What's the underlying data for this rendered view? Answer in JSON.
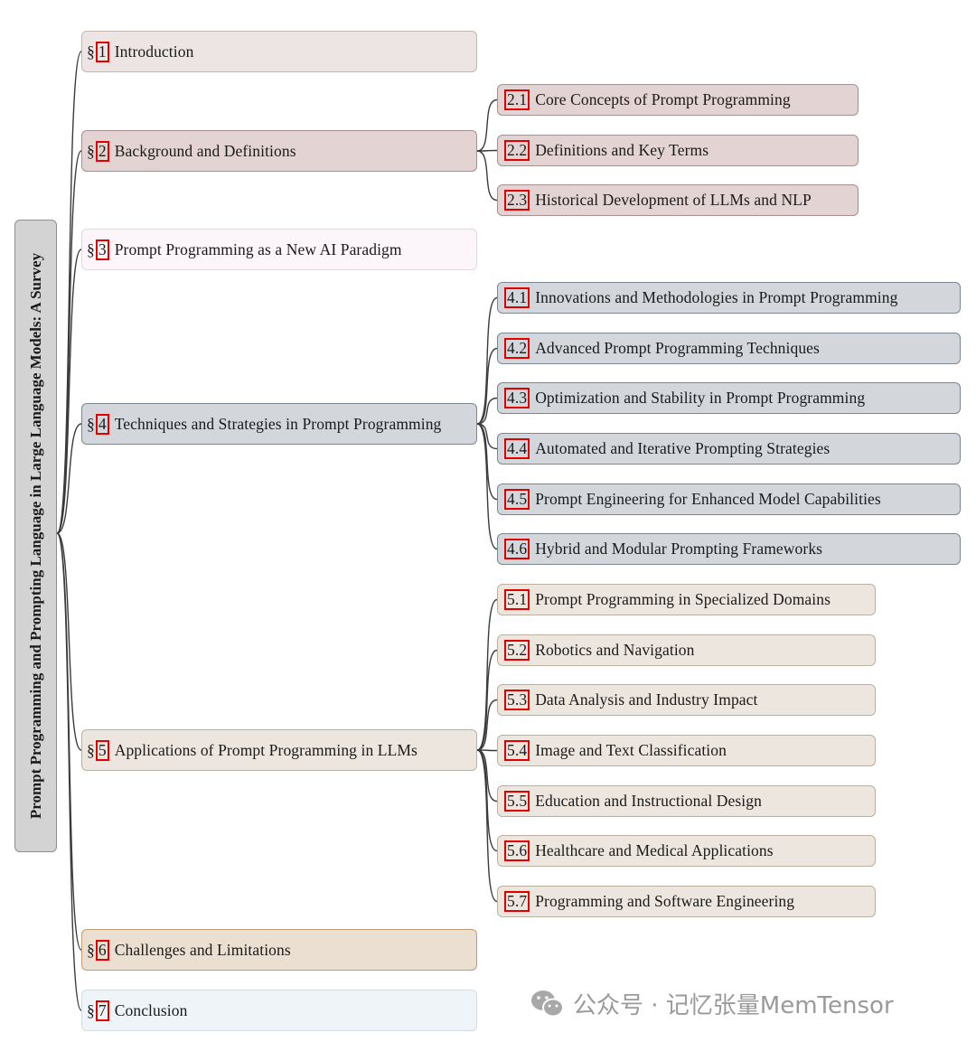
{
  "root": {
    "label": "Prompt Programming and Prompting Language in Large Language Models: A Survey"
  },
  "colors": {
    "line": "#3a3a3a",
    "number_box_border": "#e00000",
    "root_fill": "#d3d3d3"
  },
  "sections": [
    {
      "symbol": "§",
      "number": "1",
      "title": "Introduction",
      "fill": "#ede5e3",
      "border": "#c6b6b1"
    },
    {
      "symbol": "§",
      "number": "2",
      "title": "Background and Definitions",
      "fill": "#e4d3d3",
      "border": "#a88e8e",
      "children": [
        {
          "number": "2.1",
          "title": "Core Concepts of Prompt Programming"
        },
        {
          "number": "2.2",
          "title": "Definitions and Key Terms"
        },
        {
          "number": "2.3",
          "title": "Historical Development of LLMs and NLP"
        }
      ]
    },
    {
      "symbol": "§",
      "number": "3",
      "title": "Prompt Programming as a New AI Paradigm",
      "fill": "#fcf6fb",
      "border": "#e6d6e3"
    },
    {
      "symbol": "§",
      "number": "4",
      "title": "Techniques and Strategies in Prompt Programming",
      "fill": "#d3d7dc",
      "border": "#7c8690",
      "children": [
        {
          "number": "4.1",
          "title": "Innovations and Methodologies in Prompt Programming"
        },
        {
          "number": "4.2",
          "title": "Advanced Prompt Programming Techniques"
        },
        {
          "number": "4.3",
          "title": "Optimization and Stability in Prompt Programming"
        },
        {
          "number": "4.4",
          "title": "Automated and Iterative Prompting Strategies"
        },
        {
          "number": "4.5",
          "title": "Prompt Engineering for Enhanced Model Capabilities"
        },
        {
          "number": "4.6",
          "title": "Hybrid and Modular Prompting Frameworks"
        }
      ]
    },
    {
      "symbol": "§",
      "number": "5",
      "title": "Applications of Prompt Programming in LLMs",
      "fill": "#ece6de",
      "border": "#bbb0a2",
      "children": [
        {
          "number": "5.1",
          "title": "Prompt Programming in Specialized Domains"
        },
        {
          "number": "5.2",
          "title": "Robotics and Navigation"
        },
        {
          "number": "5.3",
          "title": "Data Analysis and Industry Impact"
        },
        {
          "number": "5.4",
          "title": "Image and Text Classification"
        },
        {
          "number": "5.5",
          "title": "Education and Instructional Design"
        },
        {
          "number": "5.6",
          "title": "Healthcare and Medical Applications"
        },
        {
          "number": "5.7",
          "title": "Programming and Software Engineering"
        }
      ]
    },
    {
      "symbol": "§",
      "number": "6",
      "title": "Challenges and Limitations",
      "fill": "#ebdfd2",
      "border": "#c39a72"
    },
    {
      "symbol": "§",
      "number": "7",
      "title": "Conclusion",
      "fill": "#eff4f8",
      "border": "#d2dbe4"
    }
  ],
  "watermark": {
    "text": "公众号 · 记忆张量MemTensor",
    "icon": "wechat-icon"
  }
}
